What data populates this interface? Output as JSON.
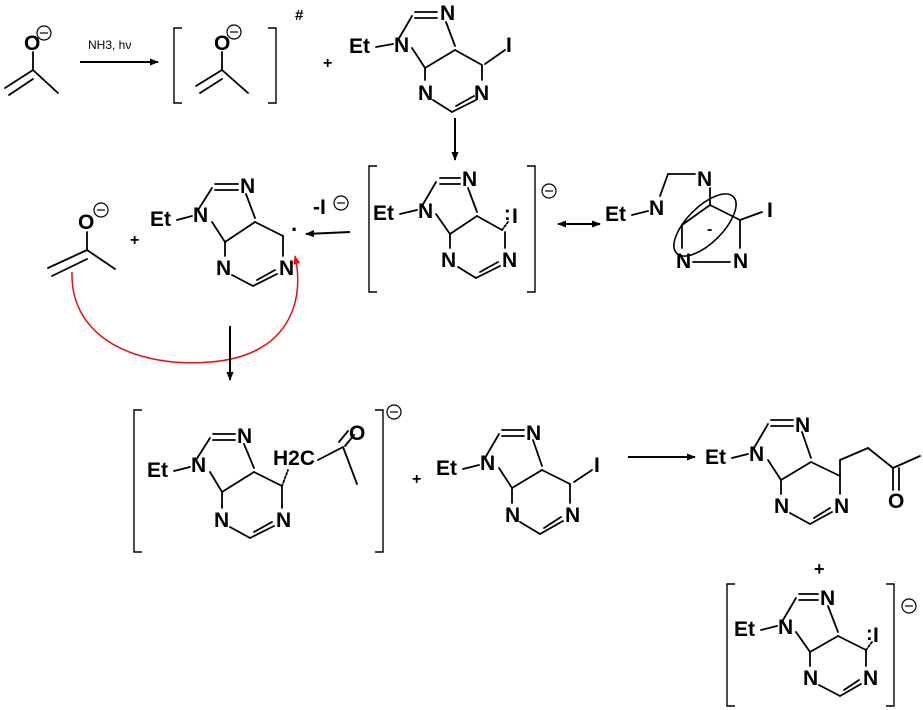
{
  "colors": {
    "ink": "#000000",
    "electron_arrow": "#e01010"
  },
  "labels": {
    "O": "O",
    "N": "N",
    "Et": "Et",
    "I": "I",
    "iodide": "-I",
    "H2C": "H2C",
    "conditions": "NH3, hν",
    "excited_mark": "#",
    "plus": "+",
    "radical_dot": "·",
    "lone_pair": ":",
    "anion_dot": "-"
  }
}
